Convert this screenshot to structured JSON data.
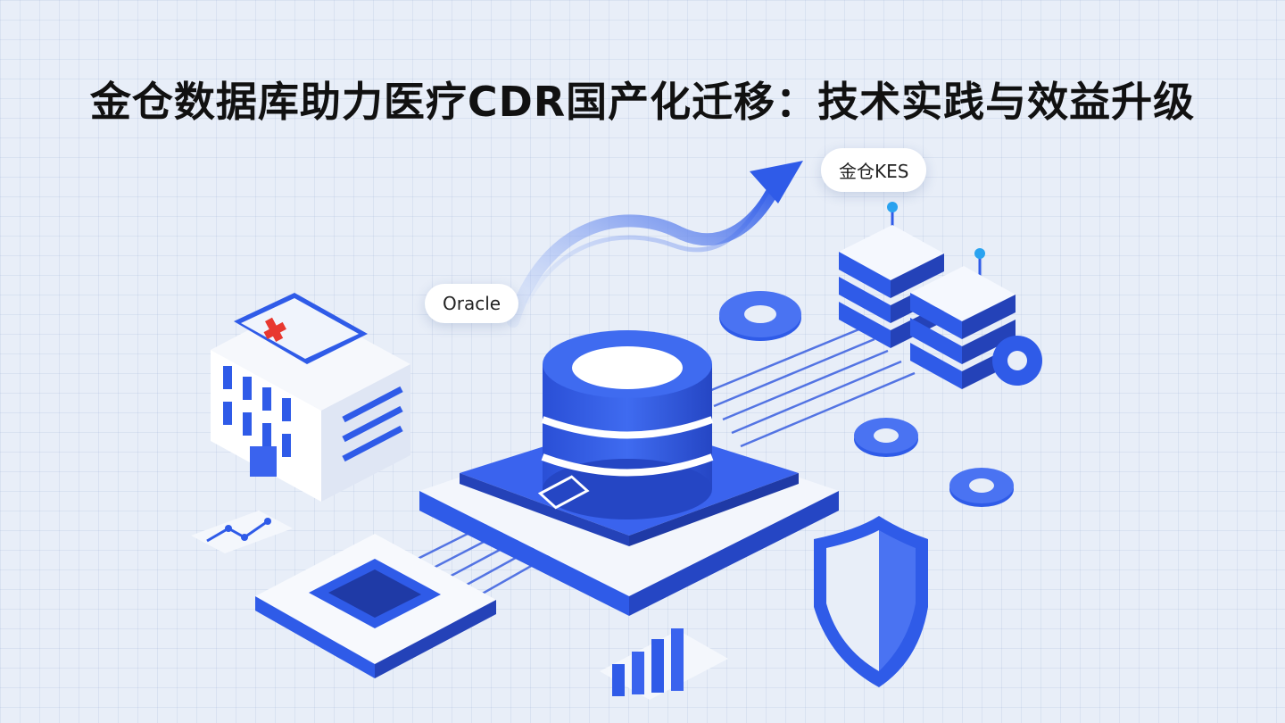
{
  "title": "金仓数据库助力医疗CDR国产化迁移：技术实践与效益升级",
  "labels": {
    "target": "金仓KES",
    "source": "Oracle"
  },
  "colors": {
    "primary": "#2f5be8",
    "light": "#dfe8fb",
    "accent_red": "#e8382f",
    "background": "#e8eef8"
  },
  "icons": [
    "hospital-icon",
    "database-icon",
    "server-rack-icon",
    "gear-icon",
    "chip-icon",
    "shield-icon",
    "bar-chart-icon",
    "line-chart-icon",
    "migration-arrow-icon"
  ]
}
